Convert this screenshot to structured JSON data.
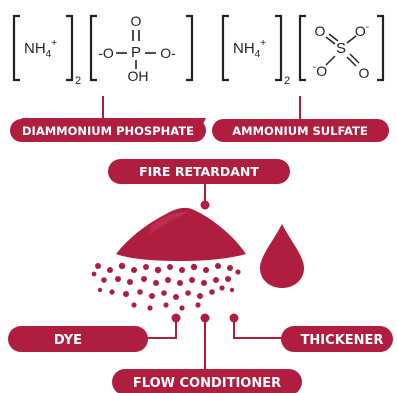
{
  "compounds": [
    {
      "cation": "NH",
      "cation_sub": "4",
      "cation_charge": "+",
      "count": "2",
      "anion_top_atom": "O",
      "anion_center_atom": "P",
      "anion_left": "-O",
      "anion_right": "O-",
      "anion_bottom": "OH",
      "label": "DIAMMONIUM PHOSPHATE"
    },
    {
      "cation": "NH",
      "cation_sub": "4",
      "cation_charge": "+",
      "count": "2",
      "anion_center_atom": "S",
      "anion_top_left": "O",
      "anion_top_right": "O",
      "anion_top_right_charge": "-",
      "anion_bottom_left": "O",
      "anion_bottom_left_charge": "-",
      "anion_bottom_right": "O",
      "label": "AMMONIUM SULFATE"
    }
  ],
  "main_label": "FIRE RETARDANT",
  "additives": {
    "left": "DYE",
    "right": "THICKENER",
    "bottom": "FLOW CONDITIONER"
  },
  "colors": {
    "accent": "#b01e3f",
    "accent_dark": "#8f1530",
    "text": "#222222"
  },
  "icons": [
    "powder-pile-icon",
    "liquid-drop-icon"
  ]
}
